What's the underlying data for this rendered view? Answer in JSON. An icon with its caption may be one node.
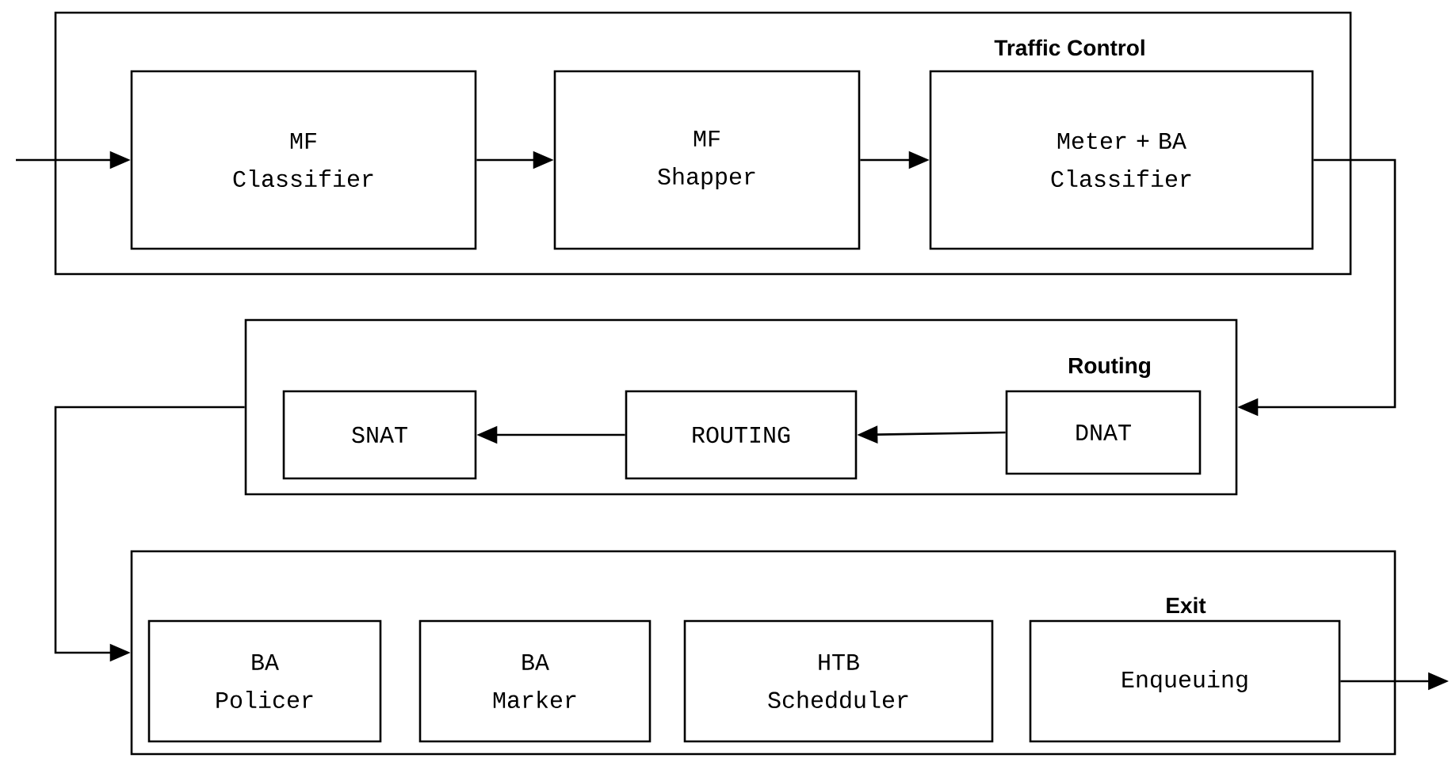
{
  "diagram": {
    "nodes": [
      {
        "text": [
          "Traffic Control"
        ]
      },
      {
        "text": [
          "MF Classifier"
        ],
        "in": 0
      },
      {
        "text": [
          "MF Shapper"
        ],
        "in": 0
      },
      {
        "text": [
          "Meter + BA Classifier"
        ],
        "in": 0
      },
      {
        "text": [
          "Routing"
        ]
      },
      {
        "text": [
          "SNAT"
        ],
        "in": 4
      },
      {
        "text": [
          "ROUTING"
        ],
        "in": 4
      },
      {
        "text": [
          "DNAT"
        ],
        "in": 4
      },
      {
        "text": [
          "Exit"
        ]
      },
      {
        "text": [
          "BA Policer"
        ],
        "in": 8
      },
      {
        "text": [
          "BA Marker"
        ],
        "in": 8
      },
      {
        "text": [
          "HTB Schedduler"
        ],
        "in": 8
      },
      {
        "text": [
          "Enqueuing"
        ],
        "in": 8
      }
    ],
    "edges": [
      {
        "from": null,
        "to": 1,
        "arrow": "to"
      },
      {
        "from": 1,
        "to": 2,
        "arrow": "to"
      },
      {
        "from": 2,
        "to": 3,
        "arrow": "to"
      },
      {
        "from": 3,
        "to": 4,
        "arrow": "to"
      },
      {
        "from": 7,
        "to": 6,
        "arrow": "to"
      },
      {
        "from": 6,
        "to": 5,
        "arrow": "to"
      },
      {
        "from": 4,
        "to": 8,
        "arrow": "to"
      },
      {
        "from": 12,
        "to": null,
        "arrow": "to"
      }
    ]
  }
}
